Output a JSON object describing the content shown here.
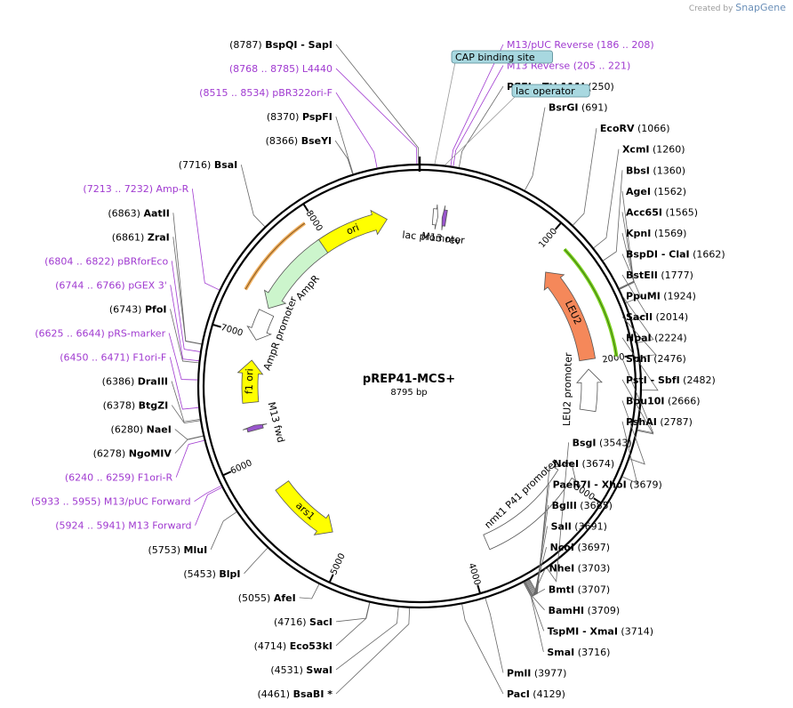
{
  "credit": {
    "prefix": "Created by",
    "brand": "SnapGene"
  },
  "plasmid": {
    "name": "pREP41-MCS+",
    "length_label": "8795 bp",
    "length": 8795
  },
  "tick_labels": [
    "1000",
    "2000",
    "3000",
    "4000",
    "5000",
    "6000",
    "7000",
    "8000"
  ],
  "features": [
    {
      "name": "ori",
      "start": 7935,
      "end": 8525,
      "dir": 1,
      "color": "#ffff00"
    },
    {
      "name": "AmpR",
      "start": 7260,
      "end": 7950,
      "dir": -1,
      "color": "#ccf5cc"
    },
    {
      "name": "AmpR promoter",
      "start": 6980,
      "end": 7220,
      "dir": -1,
      "color": "#ffffff"
    },
    {
      "name": "f1 ori",
      "start": 6460,
      "end": 6810,
      "dir": 1,
      "color": "#ffff00"
    },
    {
      "name": "M13 fwd",
      "start": 6230,
      "end": 6270,
      "dir": 1,
      "color": "#9955cc"
    },
    {
      "name": "ars1",
      "start": 5150,
      "end": 5720,
      "dir": -1,
      "color": "#ffff00"
    },
    {
      "name": "nmt1 P41 promoter",
      "start": 2850,
      "end": 3830,
      "dir": -1,
      "color": "#ffffff"
    },
    {
      "name": "LEU2 promoter",
      "start": 2060,
      "end": 2400,
      "dir": -1,
      "color": "#ffffff"
    },
    {
      "name": "LEU2",
      "start": 1170,
      "end": 1980,
      "dir": -1,
      "color": "#f5885a"
    },
    {
      "name": "lac promoter",
      "start": 110,
      "end": 150,
      "dir": 1,
      "color": "#ffffff"
    },
    {
      "name": "M13 rev",
      "start": 186,
      "end": 220,
      "dir": -1,
      "color": "#9955cc"
    }
  ],
  "green_arc": {
    "start": 1140,
    "end": 1990
  },
  "orange_arc": {
    "start": 7305,
    "end": 7935
  },
  "sites": [
    {
      "name": "BspQI",
      "pos": 8787,
      "suffix": "- SapI",
      "purple": false
    },
    {
      "name": "L4440",
      "pos": 8777,
      "range": "8768 .. 8785",
      "purple": true
    },
    {
      "name": "pBR322ori-F",
      "pos": 8525,
      "range": "8515 .. 8534",
      "purple": true
    },
    {
      "name": "PspFI",
      "pos": 8370,
      "purple": false
    },
    {
      "name": "BseYI",
      "pos": 8366,
      "purple": false
    },
    {
      "name": "BsaI",
      "pos": 7716,
      "purple": false
    },
    {
      "name": "Amp-R",
      "pos": 7222,
      "range": "7213 .. 7232",
      "purple": true
    },
    {
      "name": "AatII",
      "pos": 6863,
      "purple": false
    },
    {
      "name": "ZraI",
      "pos": 6861,
      "purple": false
    },
    {
      "name": "pBRforEco",
      "pos": 6813,
      "range": "6804 .. 6822",
      "purple": true
    },
    {
      "name": "pGEX 3'",
      "pos": 6755,
      "range": "6744 .. 6766",
      "purple": true
    },
    {
      "name": "PfoI",
      "pos": 6743,
      "purple": false
    },
    {
      "name": "pRS-marker",
      "pos": 6635,
      "range": "6625 .. 6644",
      "purple": true
    },
    {
      "name": "F1ori-F",
      "pos": 6460,
      "range": "6450 .. 6471",
      "purple": true
    },
    {
      "name": "DraIII",
      "pos": 6386,
      "purple": false
    },
    {
      "name": "BtgZI",
      "pos": 6378,
      "purple": false
    },
    {
      "name": "NaeI",
      "pos": 6280,
      "purple": false
    },
    {
      "name": "NgoMIV",
      "pos": 6278,
      "purple": false
    },
    {
      "name": "F1ori-R",
      "pos": 6250,
      "range": "6240 .. 6259",
      "purple": true
    },
    {
      "name": "M13/pUC Forward",
      "pos": 5944,
      "range": "5933 .. 5955",
      "purple": true
    },
    {
      "name": "M13 Forward",
      "pos": 5933,
      "range": "5924 .. 5941",
      "purple": true
    },
    {
      "name": "MluI",
      "pos": 5753,
      "purple": false
    },
    {
      "name": "BlpI",
      "pos": 5453,
      "purple": false
    },
    {
      "name": "AfeI",
      "pos": 5055,
      "purple": false
    },
    {
      "name": "SacI",
      "pos": 4716,
      "purple": false
    },
    {
      "name": "Eco53kI",
      "pos": 4714,
      "purple": false
    },
    {
      "name": "SwaI",
      "pos": 4531,
      "purple": false
    },
    {
      "name": "BsaBI *",
      "pos": 4461,
      "purple": false
    },
    {
      "name": "PacI",
      "pos": 4129,
      "purple": false
    },
    {
      "name": "PmlI",
      "pos": 3977,
      "purple": false
    },
    {
      "name": "SmaI",
      "pos": 3716,
      "purple": false
    },
    {
      "name": "TspMI",
      "pos": 3714,
      "suffix": "- XmaI",
      "purple": false
    },
    {
      "name": "BamHI",
      "pos": 3709,
      "purple": false
    },
    {
      "name": "BmtI",
      "pos": 3707,
      "purple": false
    },
    {
      "name": "NheI",
      "pos": 3703,
      "purple": false
    },
    {
      "name": "NcoI",
      "pos": 3697,
      "purple": false
    },
    {
      "name": "SalI",
      "pos": 3691,
      "purple": false
    },
    {
      "name": "BglII",
      "pos": 3685,
      "purple": false
    },
    {
      "name": "PaeR7I",
      "pos": 3679,
      "suffix": "- XhoI",
      "purple": false
    },
    {
      "name": "NdeI",
      "pos": 3674,
      "purple": false
    },
    {
      "name": "BsgI",
      "pos": 3543,
      "purple": false
    },
    {
      "name": "PshAI",
      "pos": 2787,
      "purple": false
    },
    {
      "name": "Bpu10I",
      "pos": 2666,
      "purple": false
    },
    {
      "name": "PstI",
      "pos": 2482,
      "suffix": "- SbfI",
      "purple": false
    },
    {
      "name": "SphI",
      "pos": 2476,
      "purple": false
    },
    {
      "name": "HpaI",
      "pos": 2224,
      "purple": false
    },
    {
      "name": "SacII",
      "pos": 2014,
      "purple": false
    },
    {
      "name": "PpuMI",
      "pos": 1924,
      "purple": false
    },
    {
      "name": "BstEII",
      "pos": 1777,
      "purple": false
    },
    {
      "name": "BspDI",
      "pos": 1662,
      "suffix": "- ClaI",
      "purple": false
    },
    {
      "name": "KpnI",
      "pos": 1569,
      "purple": false
    },
    {
      "name": "Acc65I",
      "pos": 1565,
      "purple": false
    },
    {
      "name": "AgeI",
      "pos": 1562,
      "purple": false
    },
    {
      "name": "BbsI",
      "pos": 1360,
      "purple": false
    },
    {
      "name": "XcmI",
      "pos": 1260,
      "purple": false
    },
    {
      "name": "EcoRV",
      "pos": 1066,
      "purple": false
    },
    {
      "name": "BsrGI",
      "pos": 691,
      "purple": false
    },
    {
      "name": "PflFI",
      "pos": 250,
      "suffix": "- Tth111I",
      "purple": false
    },
    {
      "name": "M13 Reverse",
      "pos": 213,
      "range": "205 .. 221",
      "purple": true
    },
    {
      "name": "M13/pUC Reverse",
      "pos": 197,
      "range": "186 .. 208",
      "purple": true
    }
  ],
  "boxed_labels": [
    {
      "text": "CAP binding site",
      "pos": 95
    },
    {
      "text": "lac operator",
      "pos": 160
    }
  ]
}
